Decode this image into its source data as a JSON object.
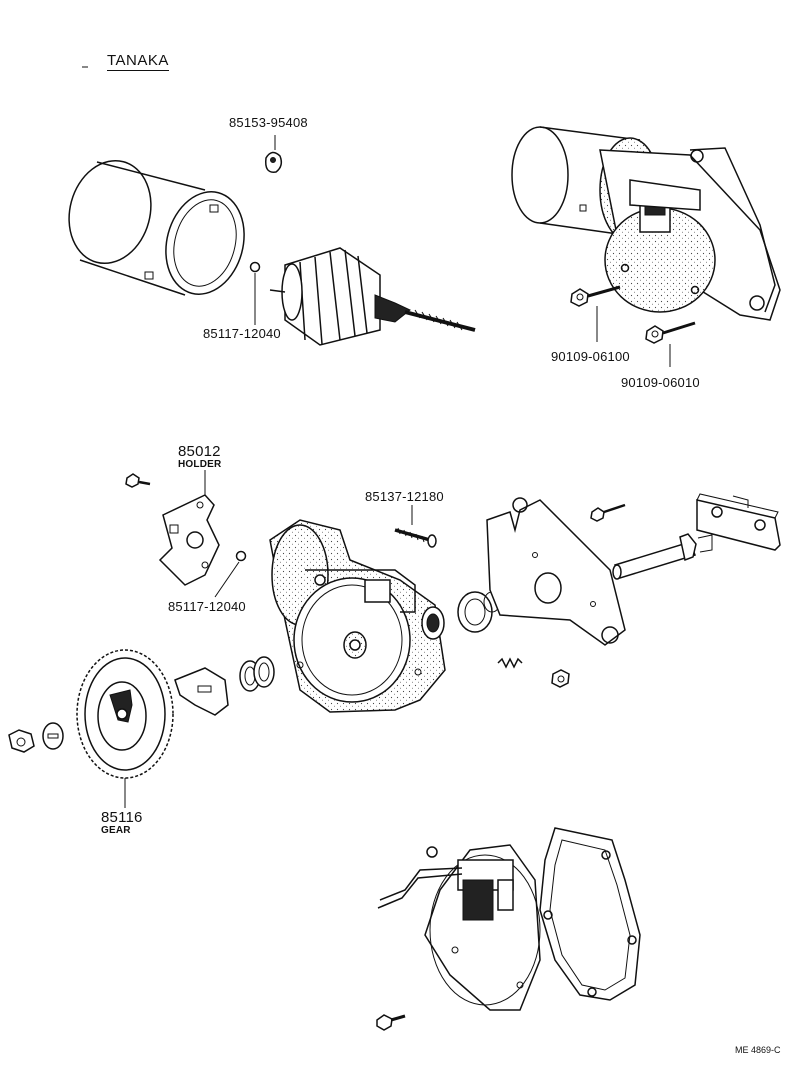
{
  "title": "TANAKA",
  "parts": [
    {
      "number": "85153-95408"
    },
    {
      "number": "85117-12040"
    },
    {
      "number": "90109-06100"
    },
    {
      "number": "90109-06010"
    },
    {
      "number": "85012",
      "name": "HOLDER"
    },
    {
      "number": "85137-12180"
    },
    {
      "number": "85117-12040"
    },
    {
      "number": "85116",
      "name": "GEAR"
    }
  ],
  "drawing_code": "ME 4869-C"
}
